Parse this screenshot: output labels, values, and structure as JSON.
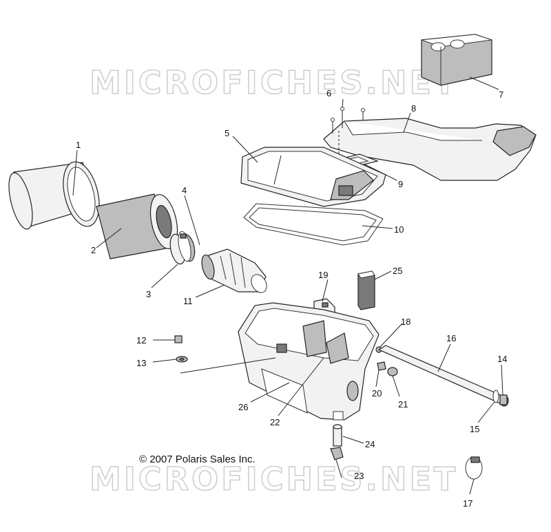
{
  "watermark": {
    "top": "MICROFICHES.NET",
    "bottom": "MICROFICHES.NET"
  },
  "copyright": "© 2007 Polaris Sales Inc.",
  "callouts": [
    {
      "id": "1",
      "label": "1"
    },
    {
      "id": "2",
      "label": "2"
    },
    {
      "id": "3",
      "label": "3"
    },
    {
      "id": "4",
      "label": "4"
    },
    {
      "id": "5",
      "label": "5"
    },
    {
      "id": "6",
      "label": "6"
    },
    {
      "id": "7",
      "label": "7"
    },
    {
      "id": "8",
      "label": "8"
    },
    {
      "id": "9",
      "label": "9"
    },
    {
      "id": "10",
      "label": "10"
    },
    {
      "id": "11",
      "label": "11"
    },
    {
      "id": "12",
      "label": "12"
    },
    {
      "id": "13",
      "label": "13"
    },
    {
      "id": "14",
      "label": "14"
    },
    {
      "id": "15",
      "label": "15"
    },
    {
      "id": "16",
      "label": "16"
    },
    {
      "id": "17",
      "label": "17"
    },
    {
      "id": "18",
      "label": "18"
    },
    {
      "id": "19",
      "label": "19"
    },
    {
      "id": "20",
      "label": "20"
    },
    {
      "id": "21",
      "label": "21"
    },
    {
      "id": "22",
      "label": "22"
    },
    {
      "id": "23",
      "label": "23"
    },
    {
      "id": "24",
      "label": "24"
    },
    {
      "id": "25",
      "label": "25"
    },
    {
      "id": "26",
      "label": "26"
    }
  ]
}
